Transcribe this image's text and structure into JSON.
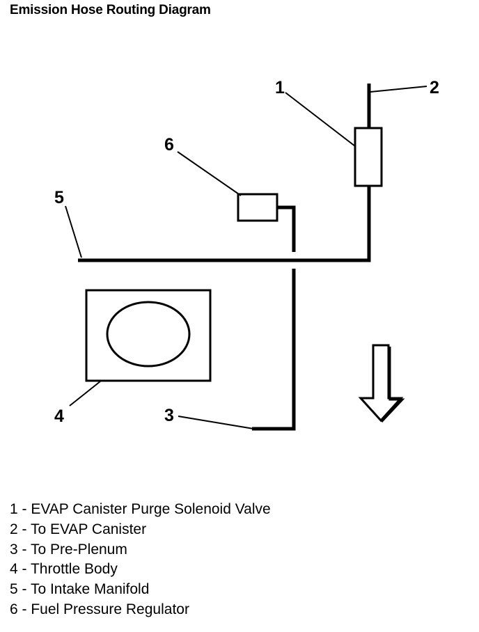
{
  "title": "Emission Hose Routing Diagram",
  "callouts": [
    "1",
    "2",
    "3",
    "4",
    "5",
    "6"
  ],
  "legend": [
    "1 - EVAP Canister Purge Solenoid Valve",
    "2 - To EVAP Canister",
    "3 - To Pre-Plenum",
    "4 - Throttle Body",
    "5 - To Intake Manifold",
    "6 - Fuel Pressure Regulator"
  ]
}
